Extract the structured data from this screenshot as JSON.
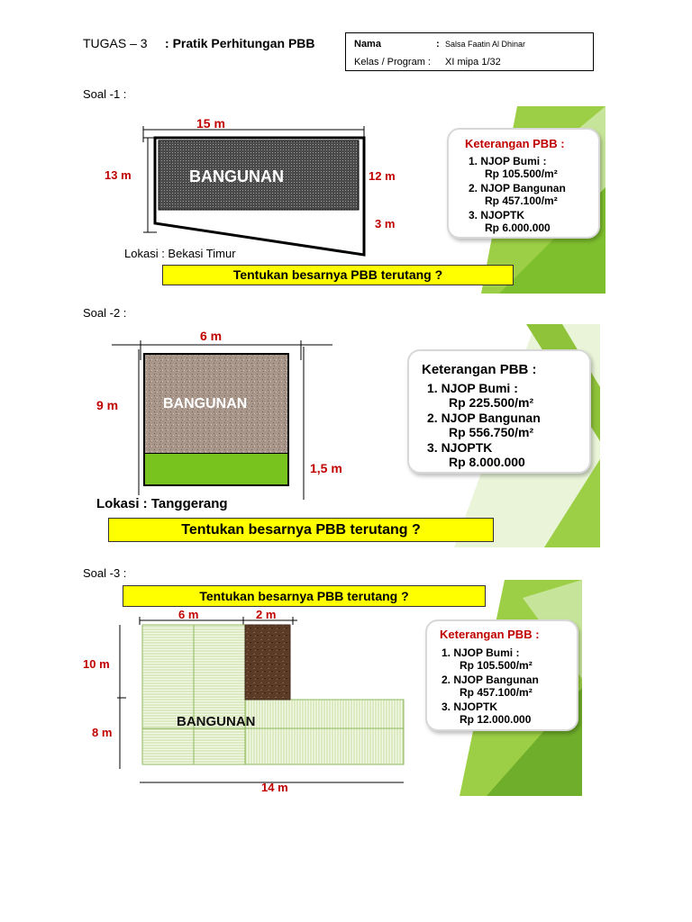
{
  "header": {
    "tugas": "TUGAS – 3",
    "topic": ": Pratik Perhitungan PBB",
    "nama_label": "Nama",
    "nama_sep": ":",
    "nama_value": "Salsa Faatin Al Dhinar",
    "kelas_label": "Kelas / Program :",
    "kelas_value": "XI mipa 1/32"
  },
  "soal1": {
    "label": "Soal -1 :",
    "top_dim": "15 m",
    "left_dim": "13 m",
    "right_dim_top": "12 m",
    "right_dim_bottom": "3 m",
    "building": "BANGUNAN",
    "lokasi": "Lokasi : Bekasi Timur",
    "question": "Tentukan besarnya PBB terutang ?",
    "ket_title": "Keterangan PBB :",
    "ket_lines": [
      "1. NJOP Bumi :",
      "Rp 105.500/m²",
      "2. NJOP Bangunan",
      "Rp 457.100/m²",
      "3. NJOPTK",
      "Rp  6.000.000"
    ]
  },
  "soal2": {
    "label": "Soal -2 :",
    "top_dim": "6 m",
    "left_dim": "9 m",
    "right_dim": "1,5 m",
    "building": "BANGUNAN",
    "lokasi": "Lokasi : Tanggerang",
    "question": "Tentukan besarnya PBB terutang ?",
    "ket_title": "Keterangan PBB :",
    "ket_lines": [
      "1. NJOP Bumi :",
      "Rp 225.500/m²",
      "2. NJOP Bangunan",
      "Rp 556.750/m²",
      "3. NJOPTK",
      "Rp  8.000.000"
    ]
  },
  "soal3": {
    "label": "Soal -3 :",
    "question": "Tentukan besarnya PBB terutang ?",
    "top_dim_a": "6 m",
    "top_dim_b": "2 m",
    "left_dim_top": "10 m",
    "left_dim_bottom": "8 m",
    "bottom_dim": "14 m",
    "building": "BANGUNAN",
    "ket_title": "Keterangan PBB :",
    "ket_lines": [
      "1. NJOP Bumi :",
      "Rp 105.500/m²",
      "2. NJOP Bangunan",
      "Rp 457.100/m²",
      "3. NJOPTK",
      "Rp 12.000.000"
    ]
  }
}
